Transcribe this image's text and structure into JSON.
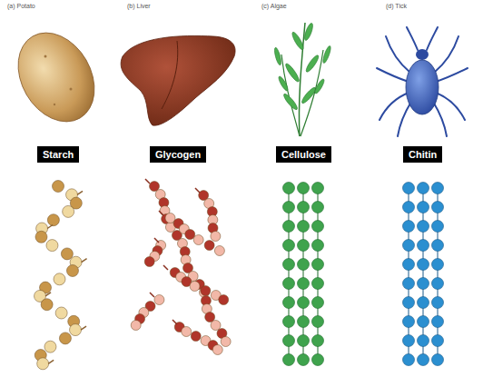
{
  "diagram": {
    "nodes": [
      {
        "text": [
          "Starch"
        ]
      },
      {
        "text": [
          "Glycogen"
        ]
      },
      {
        "text": [
          "Cellulose"
        ]
      },
      {
        "text": [
          "Chitin"
        ]
      }
    ],
    "labels": [
      "(a) Potato",
      "(b) Liver",
      "(c) Algae",
      "(d) Tick"
    ]
  }
}
